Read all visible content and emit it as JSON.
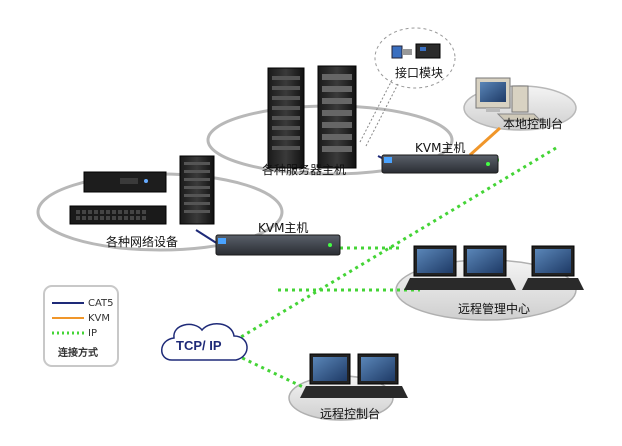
{
  "labels": {
    "interface_module": "接口模块",
    "server_hosts": "各种服务器主机",
    "network_devices": "各种网络设备",
    "kvm_top": "KVM主机",
    "kvm_bottom": "KVM主机",
    "local_console": "本地控制台",
    "remote_center": "远程管理中心",
    "remote_console": "远程控制台",
    "tcpip": "TCP/ IP"
  },
  "legend": {
    "items": [
      {
        "label": "CAT5",
        "color": "#1e2a78",
        "style": "solid"
      },
      {
        "label": "KVM",
        "color": "#f0962a",
        "style": "solid"
      },
      {
        "label": "IP",
        "color": "#44d436",
        "style": "dotted"
      }
    ],
    "caption": "连接方式"
  },
  "colors": {
    "cat5": "#1e2a78",
    "kvm": "#f0962a",
    "ip": "#44d436",
    "kvm_box": "#3a3f48",
    "ellipse_fill": "#e6e6e6",
    "ellipse_stroke": "#b8b8b8"
  }
}
